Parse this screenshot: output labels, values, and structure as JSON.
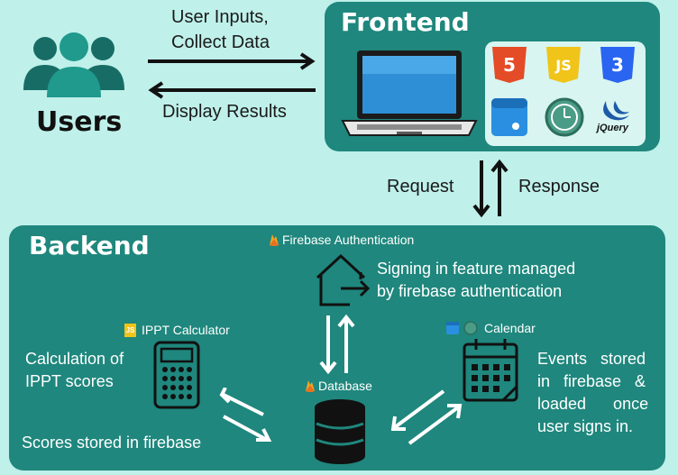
{
  "users": {
    "label": "Users"
  },
  "flow_top": {
    "inputs_line1": "User   Inputs,",
    "inputs_line2": "Collect Data",
    "results": "Display Results"
  },
  "frontend": {
    "title": "Frontend",
    "tech_icons": [
      "html5-icon",
      "javascript-icon",
      "css3-icon",
      "browser-window-icon",
      "clock-icon",
      "jquery-icon"
    ],
    "html5_glyph": "5",
    "js_glyph": "JS",
    "css3_glyph": "3",
    "jquery_text": "jQuery"
  },
  "flow_mid": {
    "request": "Request",
    "response": "Response"
  },
  "backend": {
    "title": "Backend",
    "firebase_auth": {
      "label": "Firebase Authentication",
      "desc_line1": "Signing in feature managed",
      "desc_line2": "by firebase authentication"
    },
    "ippt": {
      "label": "IPPT Calculator",
      "desc_line1": "Calculation  of",
      "desc_line2": "IPPT scores",
      "stored": "Scores stored in firebase"
    },
    "calendar": {
      "label": "Calendar",
      "desc_line1": "Events   stored",
      "desc_line2": "in   firebase   &",
      "desc_line3": "loaded      once",
      "desc_line4": "user signs in."
    },
    "database": {
      "label": "Database"
    }
  },
  "colors": {
    "background": "#bff0ea",
    "panel": "#1f877d",
    "users_icon": "#1f877d"
  }
}
